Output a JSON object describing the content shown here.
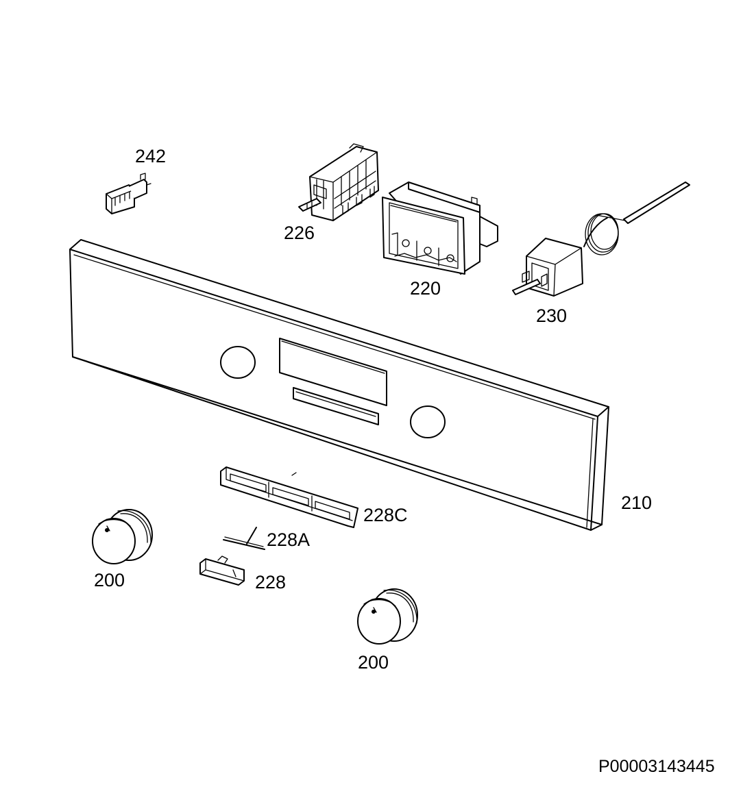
{
  "diagram": {
    "drawing_id": "P00003143445",
    "parts": [
      {
        "key": "p242",
        "label": "242",
        "description": ""
      },
      {
        "key": "p226",
        "label": "226",
        "description": ""
      },
      {
        "key": "p220",
        "label": "220",
        "description": ""
      },
      {
        "key": "p230",
        "label": "230",
        "description": ""
      },
      {
        "key": "p210",
        "label": "210",
        "description": ""
      },
      {
        "key": "p228C",
        "label": "228C",
        "description": ""
      },
      {
        "key": "p228A",
        "label": "228A",
        "description": ""
      },
      {
        "key": "p228",
        "label": "228",
        "description": ""
      },
      {
        "key": "p200a",
        "label": "200",
        "description": ""
      },
      {
        "key": "p200b",
        "label": "200",
        "description": ""
      }
    ]
  }
}
